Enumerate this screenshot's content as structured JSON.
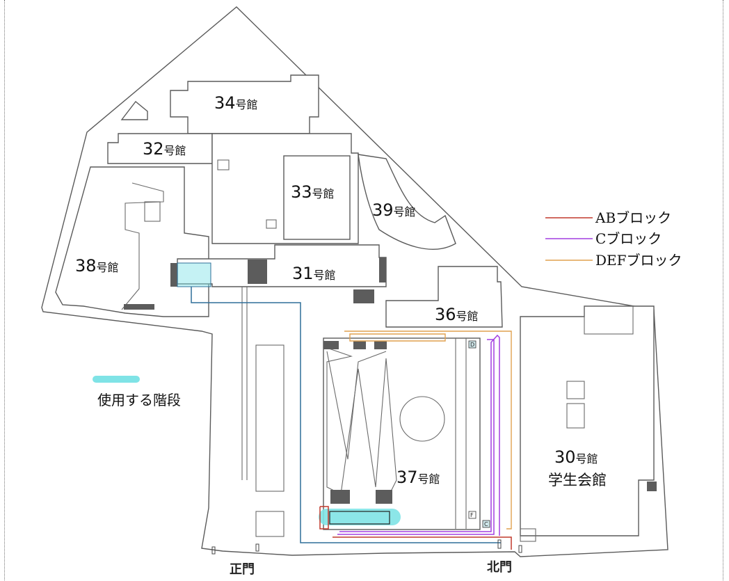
{
  "buildings": {
    "b34": {
      "num": "34",
      "suffix": "号館"
    },
    "b32": {
      "num": "32",
      "suffix": "号館"
    },
    "b33": {
      "num": "33",
      "suffix": "号館"
    },
    "b39": {
      "num": "39",
      "suffix": "号館"
    },
    "b38": {
      "num": "38",
      "suffix": "号館"
    },
    "b31": {
      "num": "31",
      "suffix": "号館"
    },
    "b36": {
      "num": "36",
      "suffix": "号館"
    },
    "b37": {
      "num": "37",
      "suffix": "号館"
    },
    "b30": {
      "num": "30",
      "suffix": "号館",
      "sub": "学生会館"
    }
  },
  "gates": {
    "main": "正門",
    "north": "北門"
  },
  "legend": {
    "routes": [
      {
        "label": "ABブロック",
        "color": "#c0392b"
      },
      {
        "label": "Cブロック",
        "color": "#a23fe0"
      },
      {
        "label": "DEFブロック",
        "color": "#e0a14f"
      }
    ],
    "stairs": {
      "label": "使用する階段",
      "color": "#7fe3e6"
    }
  },
  "route_colors": {
    "blue": "#2f6f99"
  },
  "markers": {
    "d": "D",
    "f": "F",
    "c": "C"
  }
}
